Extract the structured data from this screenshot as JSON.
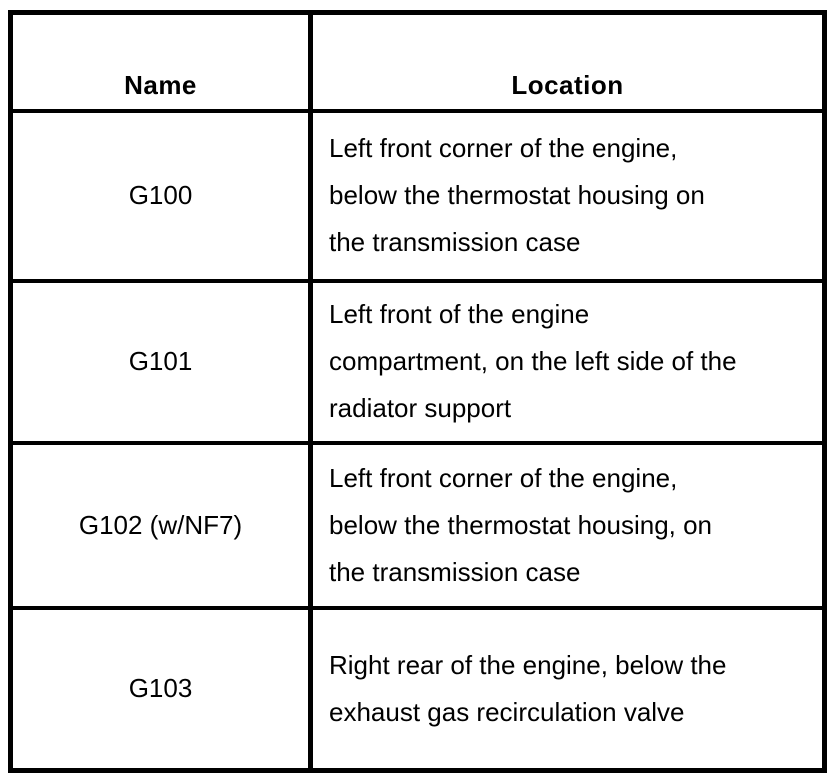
{
  "page": {
    "background_color": "#ffffff",
    "border_color": "#000000",
    "text_color": "#000000"
  },
  "table": {
    "header": {
      "name_label": "Name",
      "location_label": "Location"
    },
    "rows": [
      {
        "name": "G100",
        "location_lines": [
          "Left front corner of the engine,",
          "below the thermostat housing on",
          "the transmission case"
        ]
      },
      {
        "name": "G101",
        "location_lines": [
          "Left front of the engine",
          "compartment, on the left side of the",
          "radiator support"
        ]
      },
      {
        "name": "G102 (w/NF7)",
        "location_lines": [
          "Left front corner of the engine,",
          "below the thermostat housing, on",
          "the transmission case"
        ]
      },
      {
        "name": "G103",
        "location_lines": [
          "Right rear of the engine, below the",
          "exhaust gas recirculation valve"
        ]
      }
    ]
  }
}
